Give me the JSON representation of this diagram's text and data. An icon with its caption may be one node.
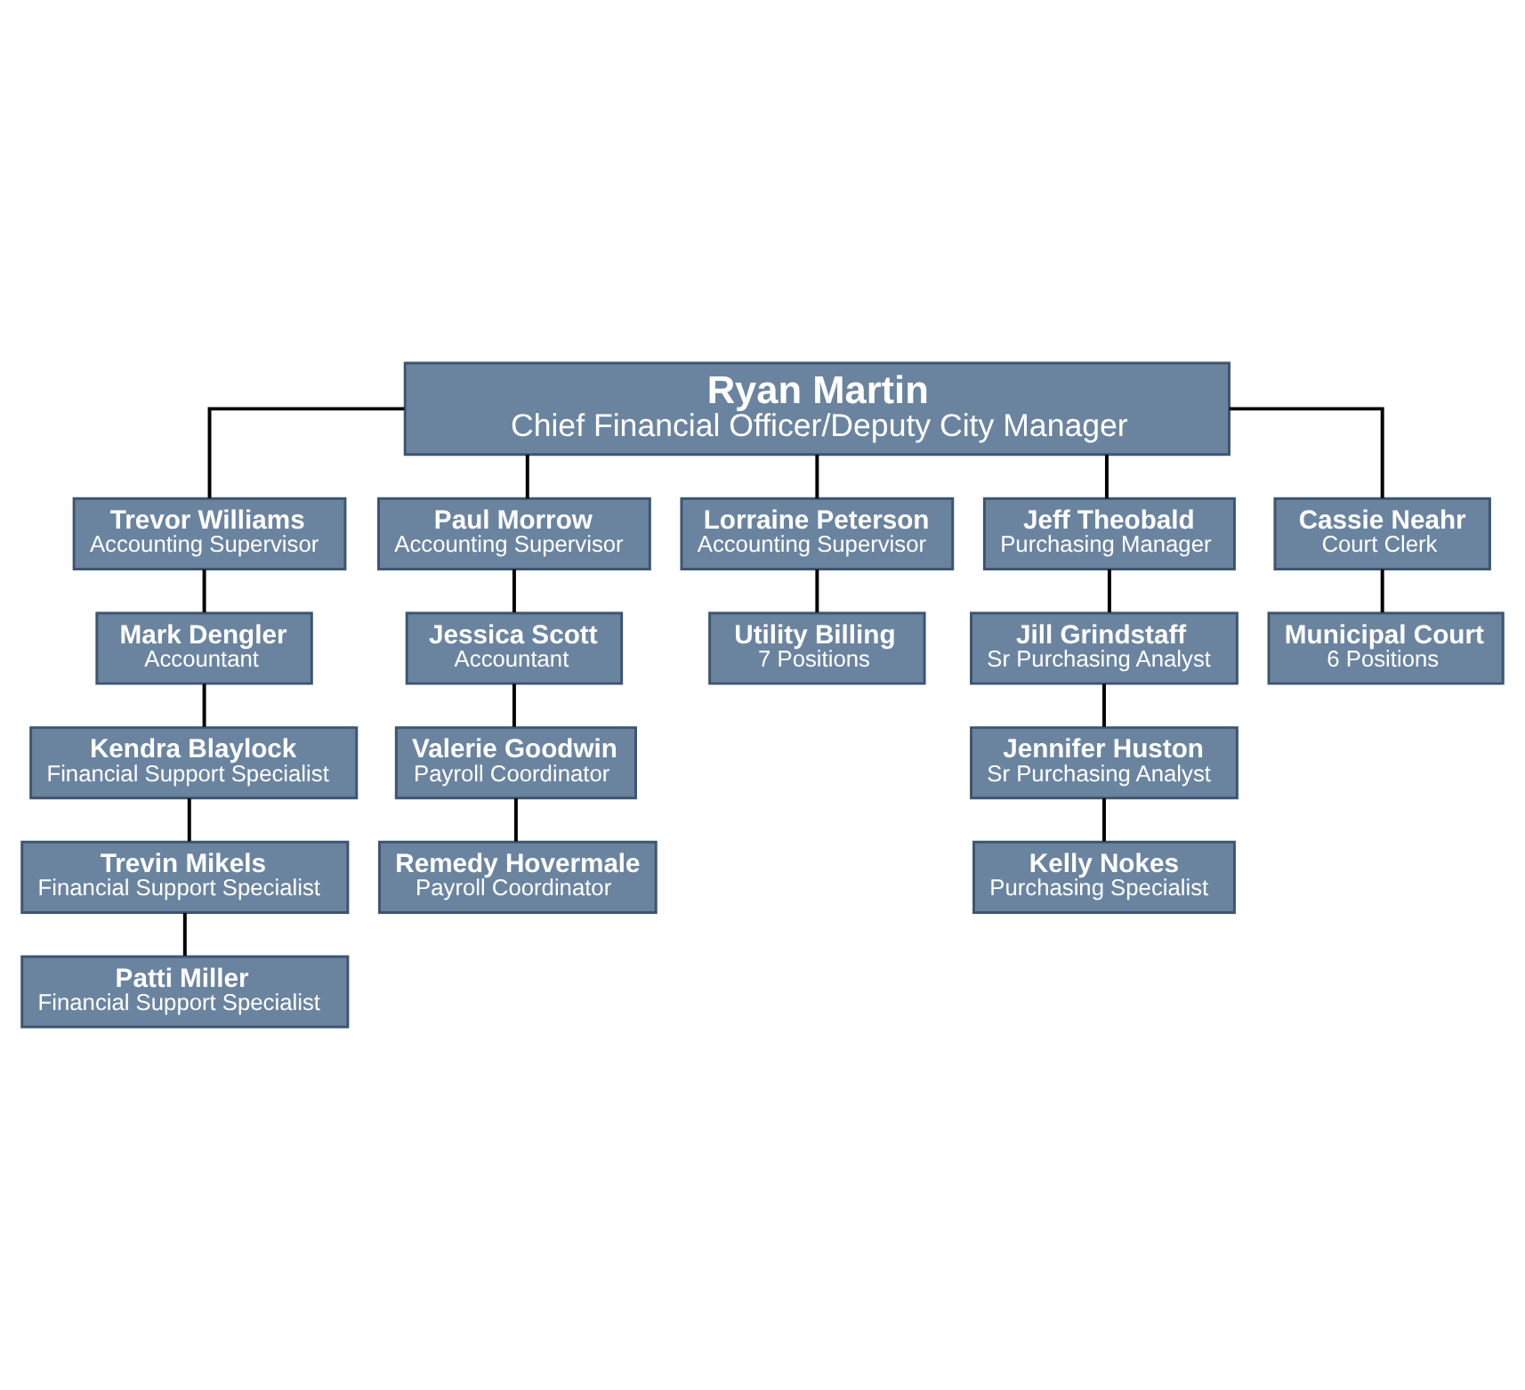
{
  "diagram": {
    "nodes": [
      {
        "text": [
          "Ryan Martin",
          "Chief Financial Officer/Deputy City Manager"
        ]
      },
      {
        "text": [
          "Trevor Williams",
          "Accounting Supervisor"
        ]
      },
      {
        "text": [
          "Paul Morrow",
          "Accounting Supervisor"
        ]
      },
      {
        "text": [
          "Lorraine Peterson",
          "Accounting Supervisor"
        ]
      },
      {
        "text": [
          "Jeff Theobald",
          "Purchasing Manager"
        ]
      },
      {
        "text": [
          "Cassie Neahr",
          "Court Clerk"
        ]
      },
      {
        "text": [
          "Mark Dengler",
          "Accountant"
        ]
      },
      {
        "text": [
          "Jessica Scott",
          "Accountant"
        ]
      },
      {
        "text": [
          "Utility Billing",
          "7 Positions"
        ]
      },
      {
        "text": [
          "Jill Grindstaff",
          "Sr Purchasing Analyst"
        ]
      },
      {
        "text": [
          "Municipal Court",
          "6 Positions"
        ]
      },
      {
        "text": [
          "Kendra Blaylock",
          "Financial Support Specialist"
        ]
      },
      {
        "text": [
          "Valerie Goodwin",
          "Payroll Coordinator"
        ]
      },
      {
        "text": [
          "Jennifer Huston",
          "Sr Purchasing Analyst"
        ]
      },
      {
        "text": [
          "Trevin Mikels",
          "Financial Support Specialist"
        ]
      },
      {
        "text": [
          "Remedy Hovermale",
          "Payroll Coordinator"
        ]
      },
      {
        "text": [
          "Kelly Nokes",
          "Purchasing Specialist"
        ]
      },
      {
        "text": [
          "Patti Miller",
          "Financial Support Specialist"
        ]
      }
    ],
    "edges": [
      {
        "from": 0,
        "to": 1,
        "arrow": "none"
      },
      {
        "from": 0,
        "to": 2,
        "arrow": "none"
      },
      {
        "from": 0,
        "to": 3,
        "arrow": "none"
      },
      {
        "from": 0,
        "to": 4,
        "arrow": "none"
      },
      {
        "from": 0,
        "to": 5,
        "arrow": "none"
      },
      {
        "from": 1,
        "to": 6,
        "arrow": "none"
      },
      {
        "from": 6,
        "to": 11,
        "arrow": "none"
      },
      {
        "from": 11,
        "to": 14,
        "arrow": "none"
      },
      {
        "from": 14,
        "to": 17,
        "arrow": "none"
      },
      {
        "from": 2,
        "to": 7,
        "arrow": "none"
      },
      {
        "from": 7,
        "to": 12,
        "arrow": "none"
      },
      {
        "from": 12,
        "to": 15,
        "arrow": "none"
      },
      {
        "from": 3,
        "to": 8,
        "arrow": "none"
      },
      {
        "from": 4,
        "to": 9,
        "arrow": "none"
      },
      {
        "from": 9,
        "to": 13,
        "arrow": "none"
      },
      {
        "from": 13,
        "to": 16,
        "arrow": "none"
      },
      {
        "from": 5,
        "to": 10,
        "arrow": "none"
      }
    ]
  }
}
